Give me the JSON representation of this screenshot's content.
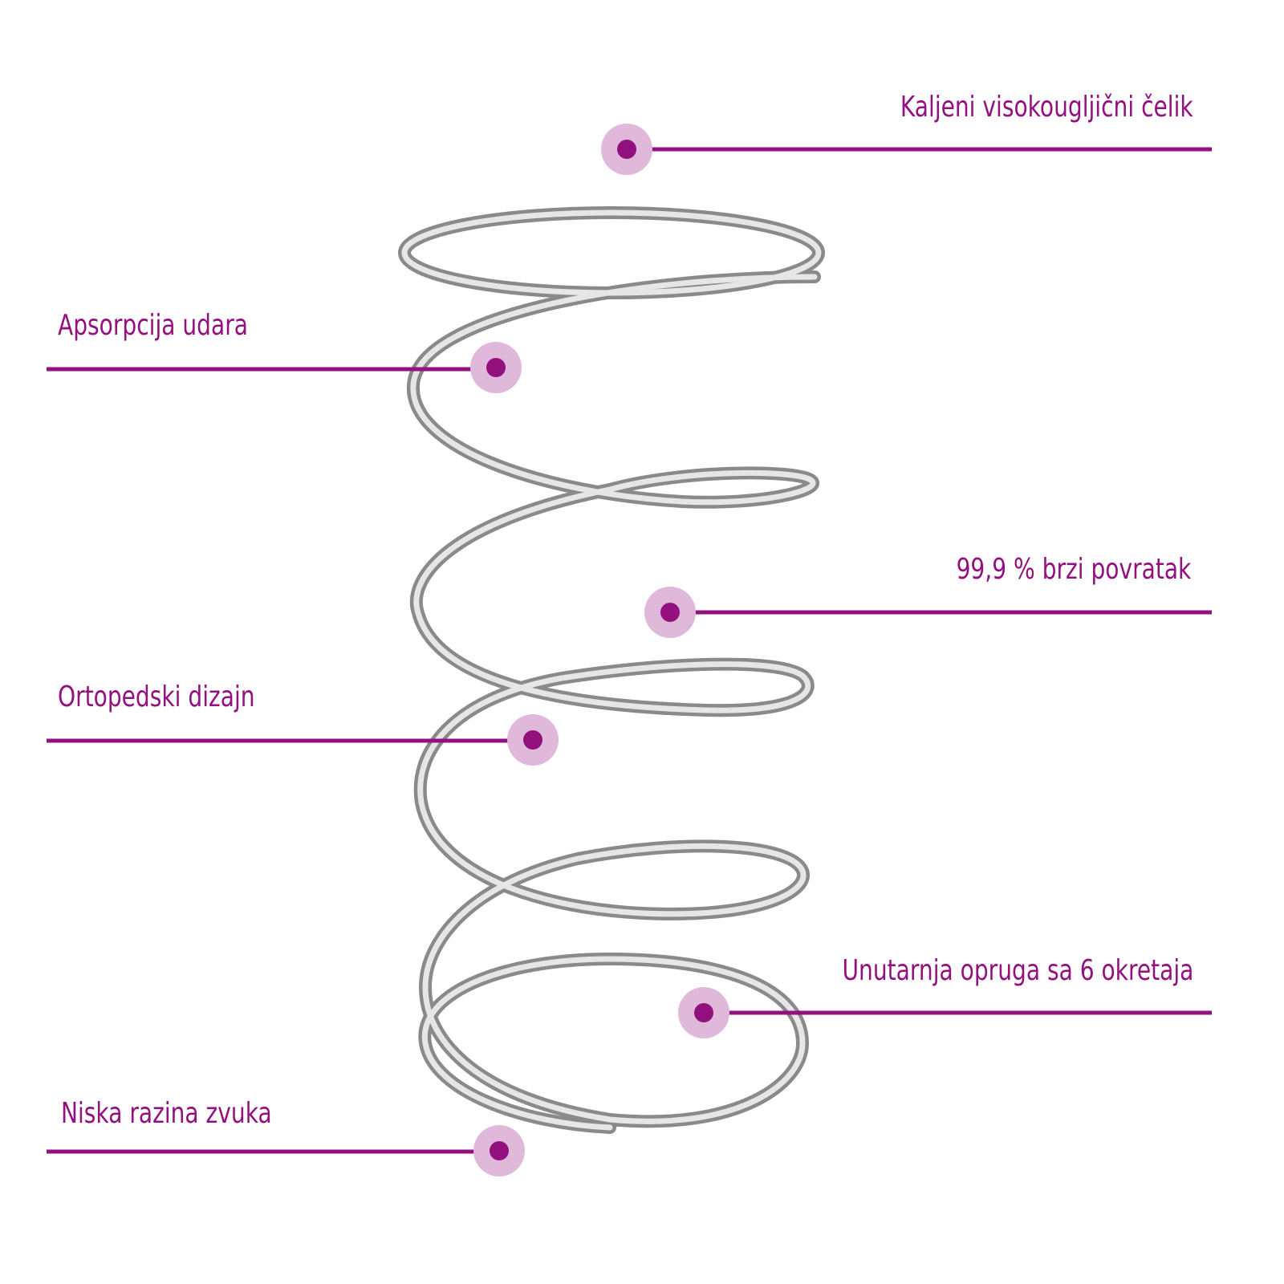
{
  "colors": {
    "accent": "#93117e",
    "halo": "#dfb8da",
    "steel": "#9a9a9a"
  },
  "labels": {
    "steel": "Kaljeni visokougljični čelik",
    "absorption": "Apsorpcija udara",
    "rebound": "99,9 % brzi povratak",
    "orthopedic": "Ortopedski dizajn",
    "inner_spring": "Unutarnja opruga sa 6 okretaja",
    "low_noise": "Niska razina zvuka"
  }
}
